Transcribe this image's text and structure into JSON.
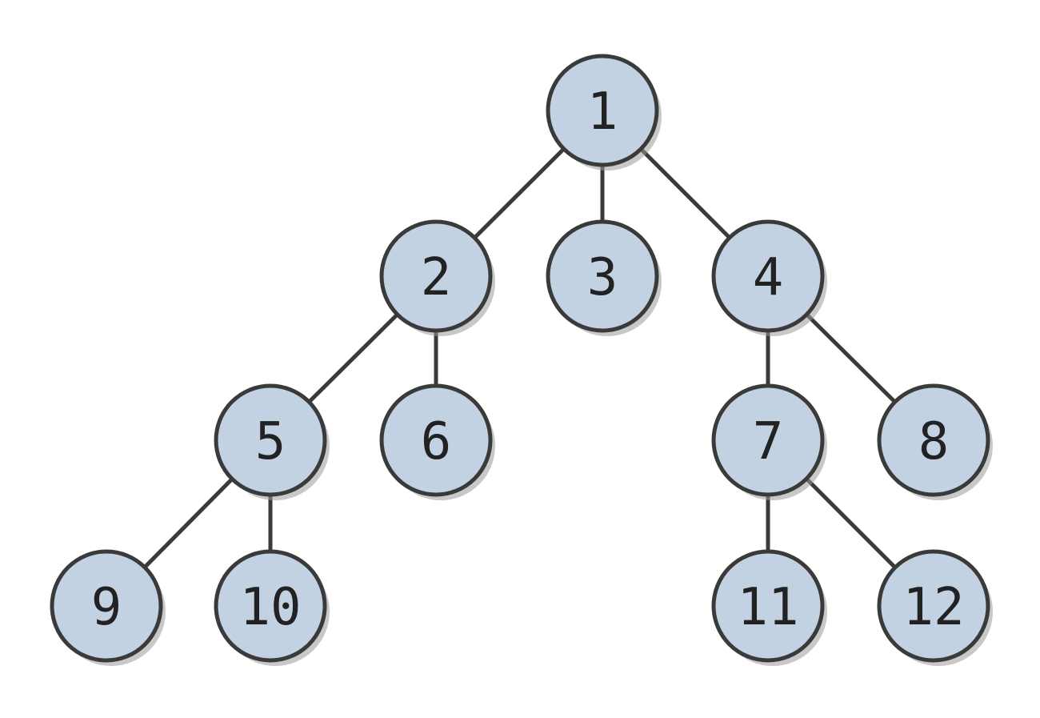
{
  "tree": {
    "node_fill": "#c3d2e3",
    "node_stroke": "#3a3a3a",
    "nodes": [
      {
        "id": "n1",
        "label": "1"
      },
      {
        "id": "n2",
        "label": "2"
      },
      {
        "id": "n3",
        "label": "3"
      },
      {
        "id": "n4",
        "label": "4"
      },
      {
        "id": "n5",
        "label": "5"
      },
      {
        "id": "n6",
        "label": "6"
      },
      {
        "id": "n7",
        "label": "7"
      },
      {
        "id": "n8",
        "label": "8"
      },
      {
        "id": "n9",
        "label": "9"
      },
      {
        "id": "n10",
        "label": "10"
      },
      {
        "id": "n11",
        "label": "11"
      },
      {
        "id": "n12",
        "label": "12"
      }
    ],
    "edges": [
      {
        "from": "n1",
        "to": "n2"
      },
      {
        "from": "n1",
        "to": "n3"
      },
      {
        "from": "n1",
        "to": "n4"
      },
      {
        "from": "n2",
        "to": "n5"
      },
      {
        "from": "n2",
        "to": "n6"
      },
      {
        "from": "n4",
        "to": "n7"
      },
      {
        "from": "n4",
        "to": "n8"
      },
      {
        "from": "n5",
        "to": "n9"
      },
      {
        "from": "n5",
        "to": "n10"
      },
      {
        "from": "n7",
        "to": "n11"
      },
      {
        "from": "n7",
        "to": "n12"
      }
    ]
  }
}
